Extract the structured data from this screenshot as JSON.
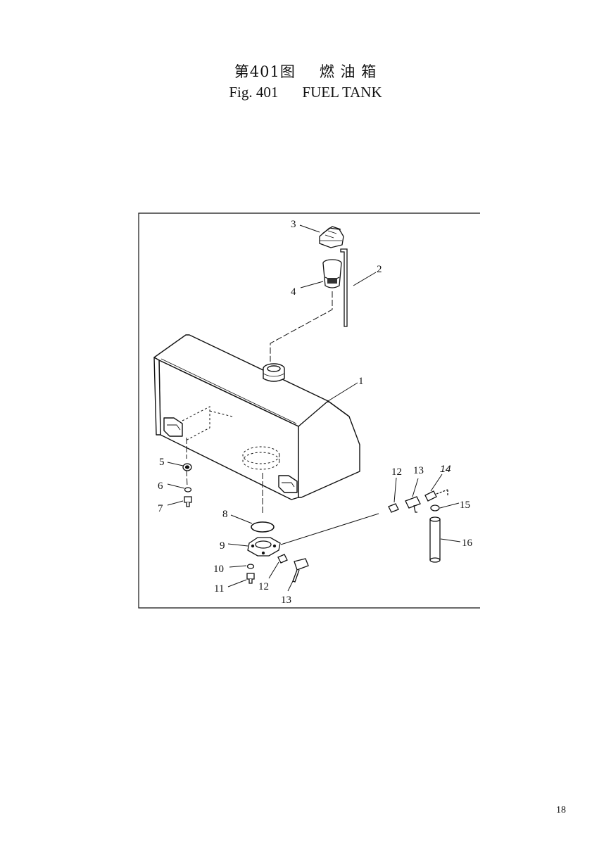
{
  "header": {
    "cn_fig": "第401图",
    "cn_title": "燃 油 箱",
    "en_fig": "Fig. 401",
    "en_title": "FUEL TANK"
  },
  "callouts": [
    {
      "id": "c1",
      "text": "1"
    },
    {
      "id": "c2",
      "text": "2"
    },
    {
      "id": "c3",
      "text": "3"
    },
    {
      "id": "c4",
      "text": "4"
    },
    {
      "id": "c5",
      "text": "5"
    },
    {
      "id": "c6",
      "text": "6"
    },
    {
      "id": "c7",
      "text": "7"
    },
    {
      "id": "c8",
      "text": "8"
    },
    {
      "id": "c9",
      "text": "9"
    },
    {
      "id": "c10",
      "text": "10"
    },
    {
      "id": "c11",
      "text": "11"
    },
    {
      "id": "c12a",
      "text": "12"
    },
    {
      "id": "c13a",
      "text": "13"
    },
    {
      "id": "c14",
      "text": "14"
    },
    {
      "id": "c15",
      "text": "15"
    },
    {
      "id": "c16",
      "text": "16"
    },
    {
      "id": "c12b",
      "text": "12"
    },
    {
      "id": "c13b",
      "text": "13"
    }
  ],
  "page_number": "18"
}
